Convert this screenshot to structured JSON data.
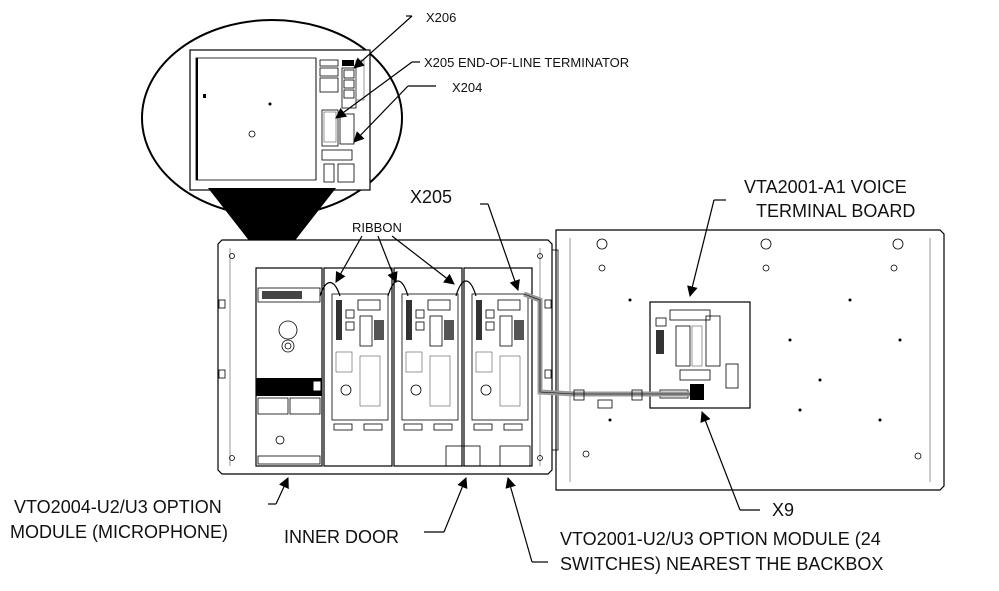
{
  "callouts": {
    "x206": "X206",
    "x205_eol": "X205 END-OF-LINE TERMINATOR",
    "x204": "X204",
    "x205": "X205",
    "ribbon": "RIBBON",
    "vta_line1": "VTA2001-A1 VOICE",
    "vta_line2": "TERMINAL BOARD",
    "x9": "X9",
    "vto2004_line1": "VTO2004-U2/U3 OPTION",
    "vto2004_line2": "MODULE (MICROPHONE)",
    "inner_door": "INNER DOOR",
    "vto2001_line1": "VTO2001-U2/U3 OPTION MODULE (24",
    "vto2001_line2": "SWITCHES) NEAREST THE BACKBOX"
  }
}
